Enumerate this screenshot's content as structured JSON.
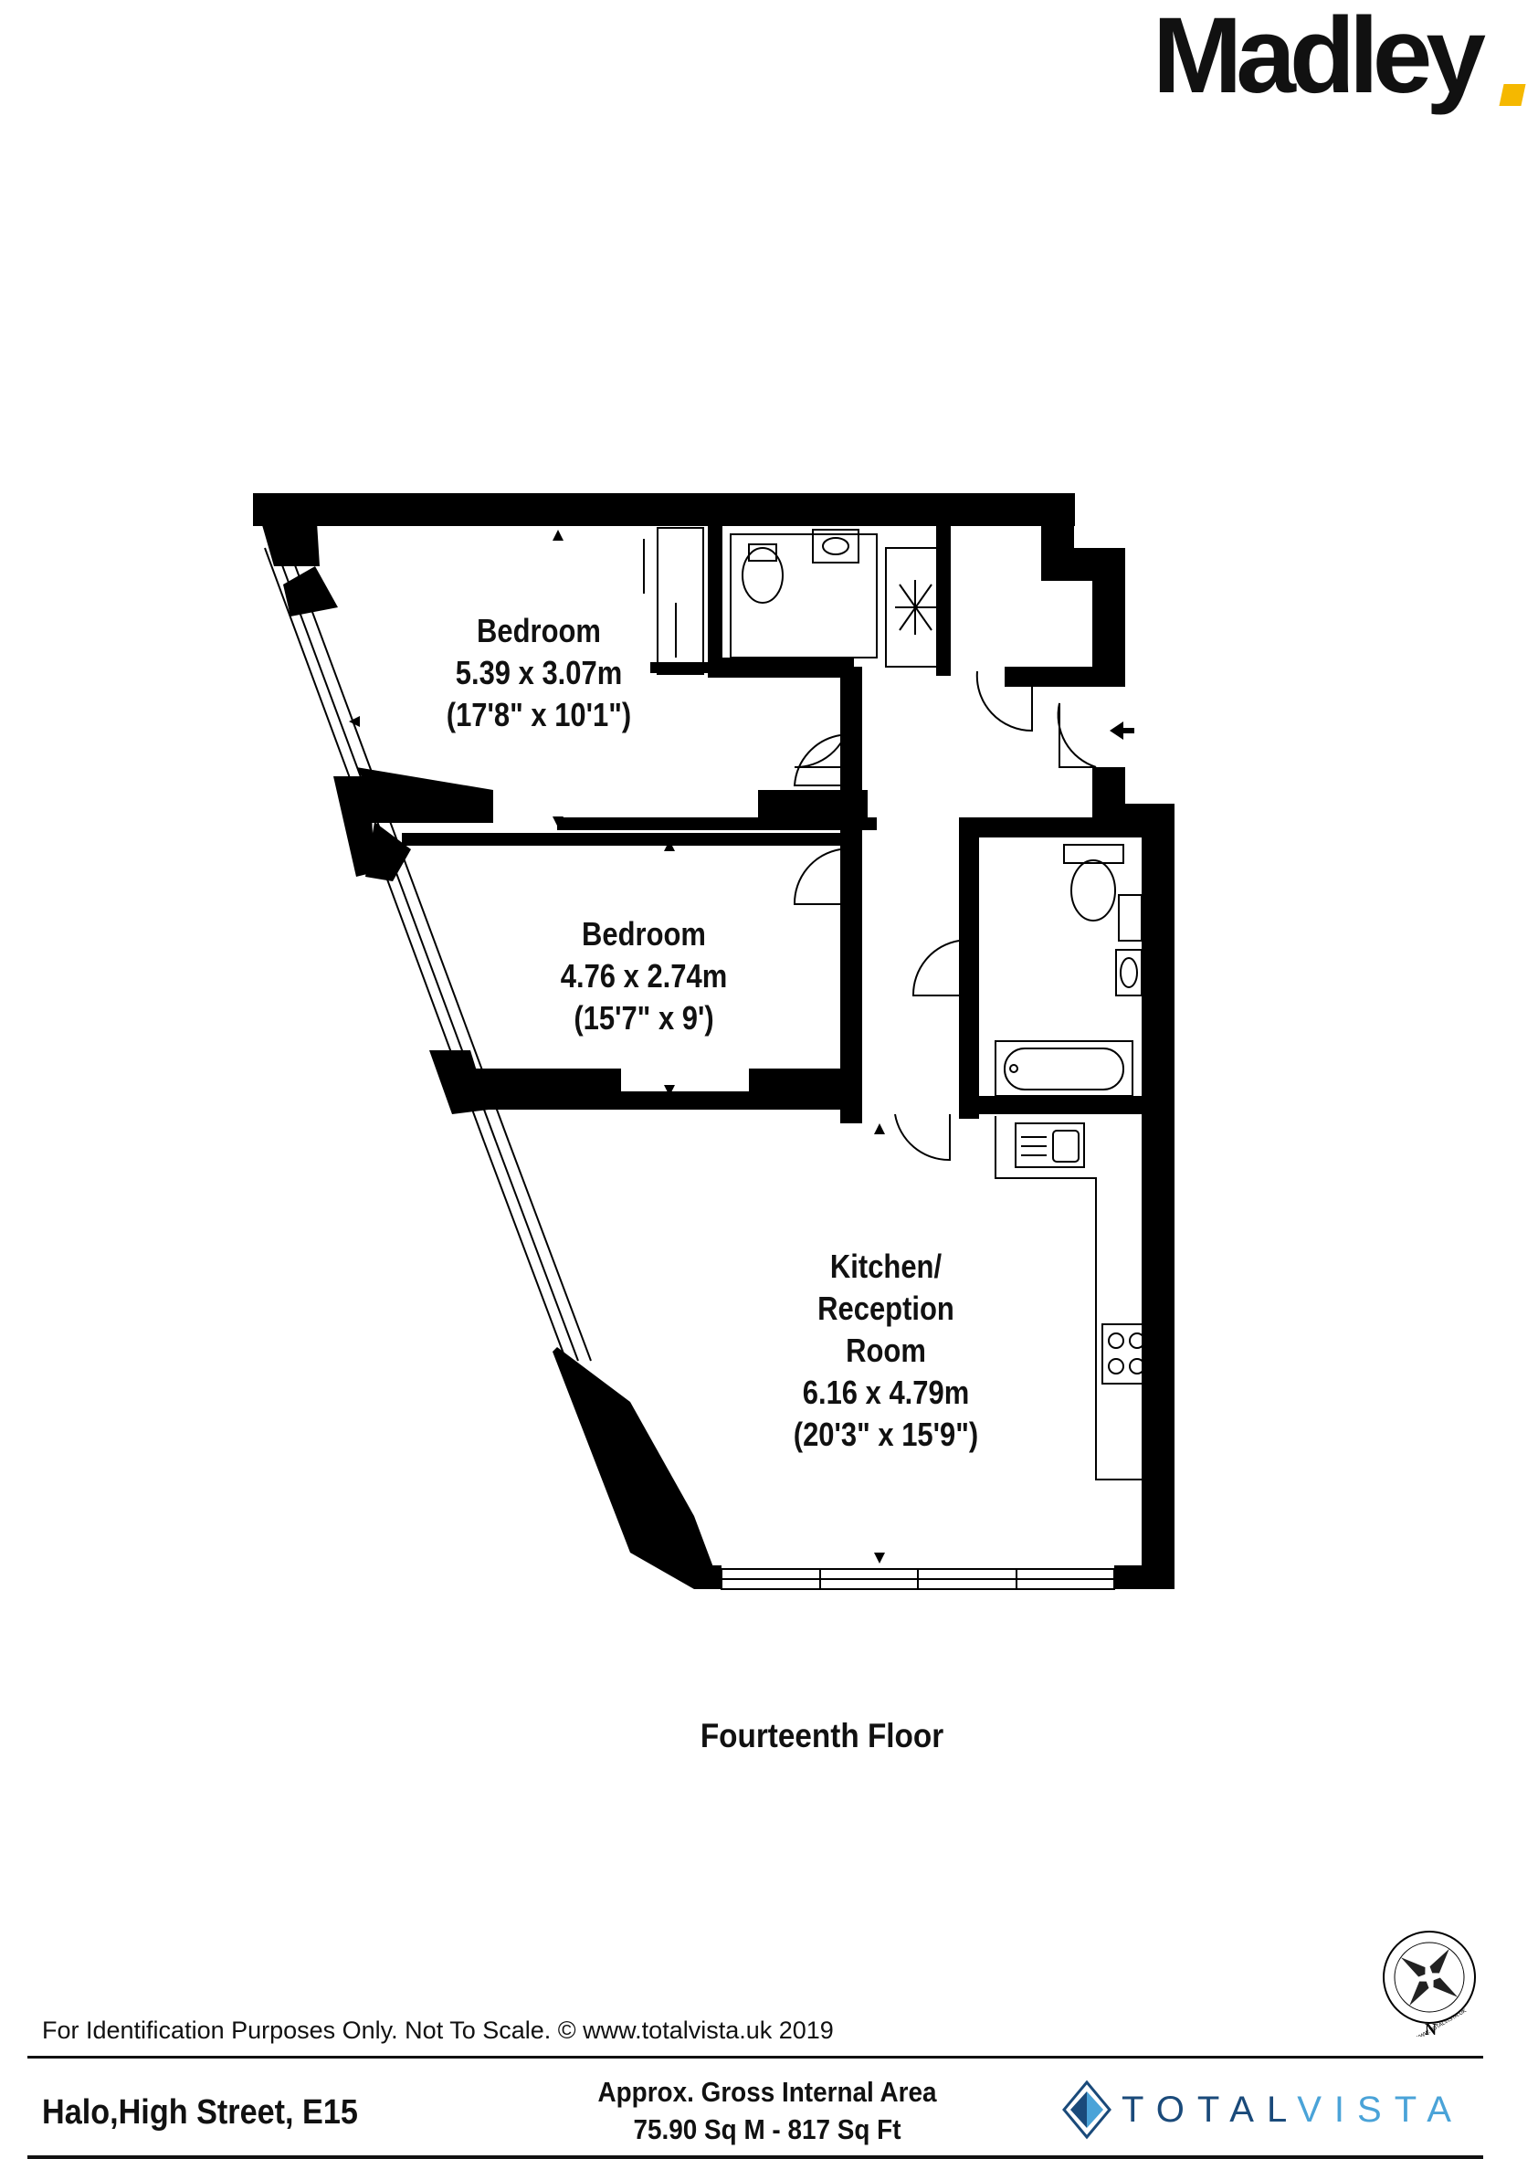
{
  "brand": {
    "name": "Madley",
    "accent_color": "#f5b800"
  },
  "rooms": [
    {
      "id": "bedroom-1",
      "lines": [
        "Bedroom",
        "5.39 x 3.07m",
        "(17'8\" x 10'1\")"
      ]
    },
    {
      "id": "bedroom-2",
      "lines": [
        "Bedroom",
        "4.76 x 2.74m",
        "(15'7\" x 9')"
      ]
    },
    {
      "id": "kitchen-reception",
      "lines": [
        "Kitchen/",
        "Reception",
        "Room",
        "6.16 x 4.79m",
        "(20'3\" x 15'9\")"
      ]
    }
  ],
  "floor": {
    "caption": "Fourteenth Floor"
  },
  "compass": {
    "letter": "N",
    "ring_text": "WWW.TOTALVISTA.UK"
  },
  "footer": {
    "disclaimer": "For Identification Purposes Only. Not To Scale. © www.totalvista.uk  2019",
    "address": "Halo,High Street, E15",
    "area_title": "Approx. Gross Internal Area",
    "area_value": "75.90 Sq M - 817 Sq Ft",
    "logo_part1": "TOTAL",
    "logo_part2": "VISTA",
    "logo_colors": {
      "dark": "#1a4a7a",
      "light": "#4aa3d8"
    }
  }
}
